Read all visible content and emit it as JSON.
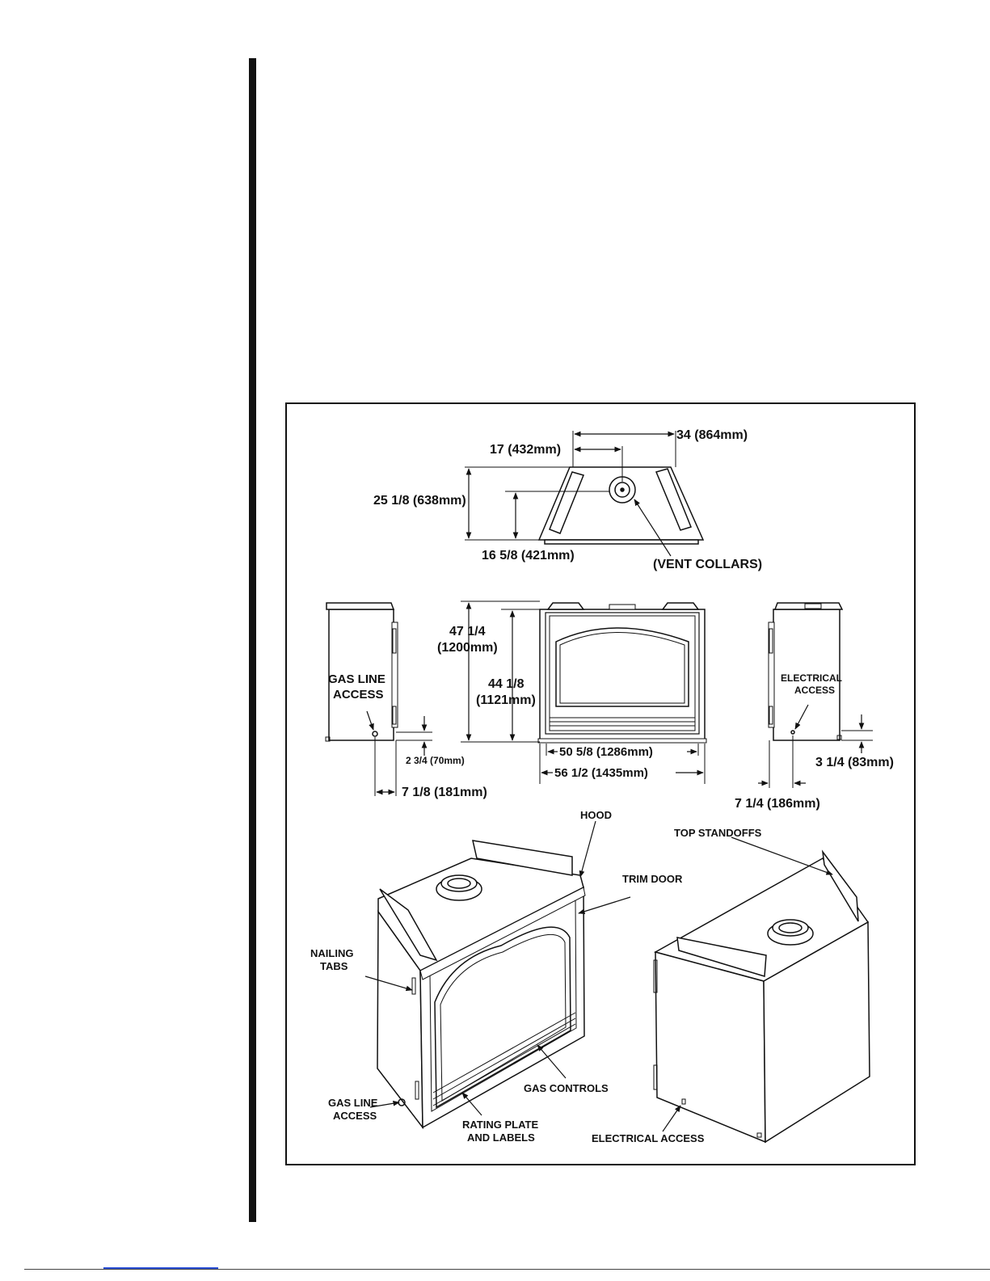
{
  "top_view": {
    "dim_width_half": "17 (432mm)",
    "dim_width_full": "34 (864mm)",
    "dim_depth_full": "25 1/8 (638mm)",
    "dim_depth_vent": "16 5/8 (421mm)",
    "label_vent": "(VENT COLLARS)"
  },
  "left_side_view": {
    "label_line1": "GAS LINE",
    "label_line2": "ACCESS",
    "dim_height": "2 3/4 (70mm)",
    "dim_offset": "7 1/8 (181mm)"
  },
  "front_view": {
    "dim_overall_height_1": "47 1/4",
    "dim_overall_height_2": "(1200mm)",
    "dim_opening_height_1": "44 1/8",
    "dim_opening_height_2": "(1121mm)",
    "dim_opening_width": "50 5/8 (1286mm)",
    "dim_overall_width": "56 1/2 (1435mm)"
  },
  "right_side_view": {
    "label_line1": "ELECTRICAL",
    "label_line2": "ACCESS",
    "dim_height": "3 1/4 (83mm)",
    "dim_offset": "7 1/4 (186mm)"
  },
  "iso_front": {
    "hood": "HOOD",
    "trim_door": "TRIM DOOR",
    "nailing_tabs_1": "NAILING",
    "nailing_tabs_2": "TABS",
    "gas_line_1": "GAS LINE",
    "gas_line_2": "ACCESS",
    "rating_1": "RATING PLATE",
    "rating_2": "AND LABELS",
    "gas_controls": "GAS CONTROLS"
  },
  "iso_back": {
    "top_standoffs": "TOP STANDOFFS",
    "electrical_access": "ELECTRICAL ACCESS"
  }
}
